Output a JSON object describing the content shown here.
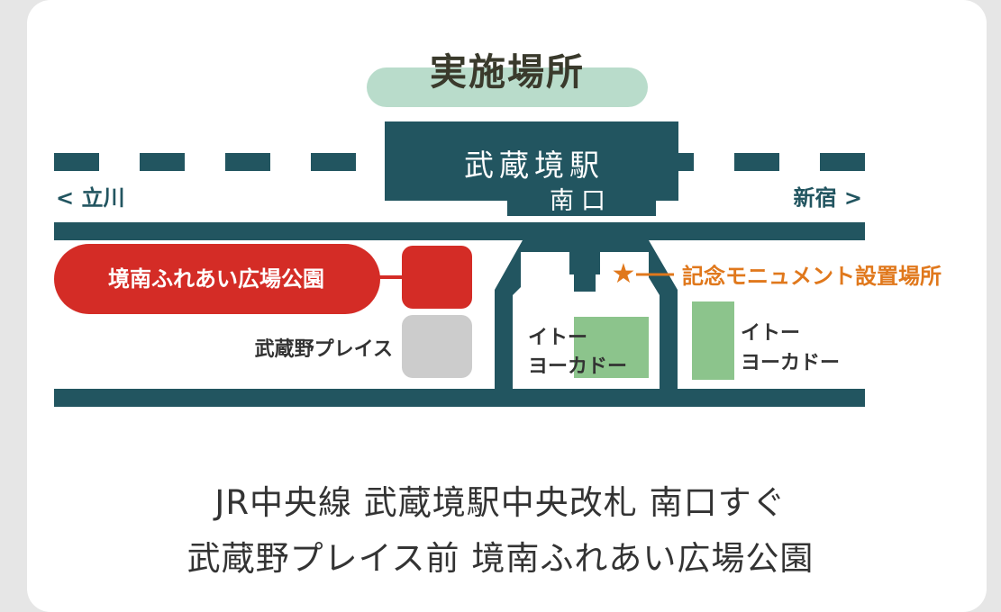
{
  "title": "実施場所",
  "map": {
    "station_name": "武蔵境駅",
    "station_exit": "南口",
    "direction_left": "< 立川",
    "direction_right": "新宿 >",
    "park_label": "境南ふれあい広場公園",
    "place_label": "武蔵野プレイス",
    "monument_label": "記念モニュメント設置場所",
    "store_label_1_line1": "イトー",
    "store_label_1_line2": "ヨーカドー",
    "store_label_2_line1": "イトー",
    "store_label_2_line2": "ヨーカドー",
    "star_icon": "star-icon"
  },
  "colors": {
    "teal": "#225560",
    "red": "#d42c26",
    "green": "#8cc48c",
    "gray": "#cccccc",
    "orange": "#e0781c",
    "pill": "#b9dccb"
  },
  "caption": {
    "line1": "JR中央線 武蔵境駅中央改札 南口すぐ",
    "line2": "武蔵野プレイス前 境南ふれあい広場公園"
  }
}
